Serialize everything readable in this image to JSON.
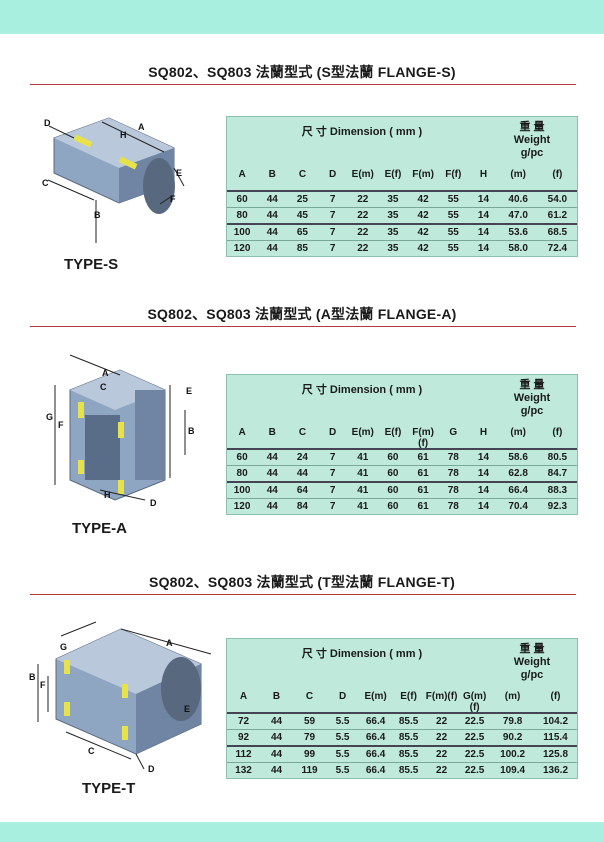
{
  "sections": [
    {
      "title": "SQ802、SQ803 法蘭型式 (S型法蘭 FLANGE-S)",
      "type_label": "TYPE-S",
      "dim_header": "尺 寸 Dimension ( mm )",
      "weight_header": [
        "重 量",
        "Weight",
        "g/pc"
      ],
      "columns": [
        "A",
        "B",
        "C",
        "D",
        "E(m)",
        "E(f)",
        "F(m)",
        "F(f)",
        "H",
        "(m)",
        "(f)"
      ],
      "rows": [
        [
          "60",
          "44",
          "25",
          "7",
          "22",
          "35",
          "42",
          "55",
          "14",
          "40.6",
          "54.0"
        ],
        [
          "80",
          "44",
          "45",
          "7",
          "22",
          "35",
          "42",
          "55",
          "14",
          "47.0",
          "61.2"
        ],
        [
          "100",
          "44",
          "65",
          "7",
          "22",
          "35",
          "42",
          "55",
          "14",
          "53.6",
          "68.5"
        ],
        [
          "120",
          "44",
          "85",
          "7",
          "22",
          "35",
          "42",
          "55",
          "14",
          "58.0",
          "72.4"
        ]
      ]
    },
    {
      "title": "SQ802、SQ803 法蘭型式 (A型法蘭 FLANGE-A)",
      "type_label": "TYPE-A",
      "dim_header": "尺 寸 Dimension ( mm )",
      "weight_header": [
        "重 量",
        "Weight",
        "g/pc"
      ],
      "columns": [
        "A",
        "B",
        "C",
        "D",
        "E(m)",
        "E(f)",
        "F(m)(f)",
        "G",
        "H",
        "(m)",
        "(f)"
      ],
      "rows": [
        [
          "60",
          "44",
          "24",
          "7",
          "41",
          "60",
          "61",
          "78",
          "14",
          "58.6",
          "80.5"
        ],
        [
          "80",
          "44",
          "44",
          "7",
          "41",
          "60",
          "61",
          "78",
          "14",
          "62.8",
          "84.7"
        ],
        [
          "100",
          "44",
          "64",
          "7",
          "41",
          "60",
          "61",
          "78",
          "14",
          "66.4",
          "88.3"
        ],
        [
          "120",
          "44",
          "84",
          "7",
          "41",
          "60",
          "61",
          "78",
          "14",
          "70.4",
          "92.3"
        ]
      ]
    },
    {
      "title": "SQ802、SQ803 法蘭型式 (T型法蘭 FLANGE-T)",
      "type_label": "TYPE-T",
      "dim_header": "尺 寸 Dimension ( mm )",
      "weight_header": [
        "重 量",
        "Weight",
        "g/pc"
      ],
      "columns": [
        "A",
        "B",
        "C",
        "D",
        "E(m)",
        "E(f)",
        "F(m)(f)",
        "G(m)(f)",
        "(m)",
        "(f)"
      ],
      "rows": [
        [
          "72",
          "44",
          "59",
          "5.5",
          "66.4",
          "85.5",
          "22",
          "22.5",
          "79.8",
          "104.2"
        ],
        [
          "92",
          "44",
          "79",
          "5.5",
          "66.4",
          "85.5",
          "22",
          "22.5",
          "90.2",
          "115.4"
        ],
        [
          "112",
          "44",
          "99",
          "5.5",
          "66.4",
          "85.5",
          "22",
          "22.5",
          "100.2",
          "125.8"
        ],
        [
          "132",
          "44",
          "119",
          "5.5",
          "66.4",
          "85.5",
          "22",
          "22.5",
          "109.4",
          "136.2"
        ]
      ]
    }
  ],
  "diagram_labels": {
    "s": [
      "D",
      "A",
      "H",
      "C",
      "E",
      "F",
      "B"
    ],
    "a": [
      "A",
      "C",
      "E",
      "G",
      "F",
      "B",
      "H",
      "D"
    ],
    "t": [
      "G",
      "A",
      "B",
      "F",
      "E",
      "C",
      "D"
    ]
  }
}
